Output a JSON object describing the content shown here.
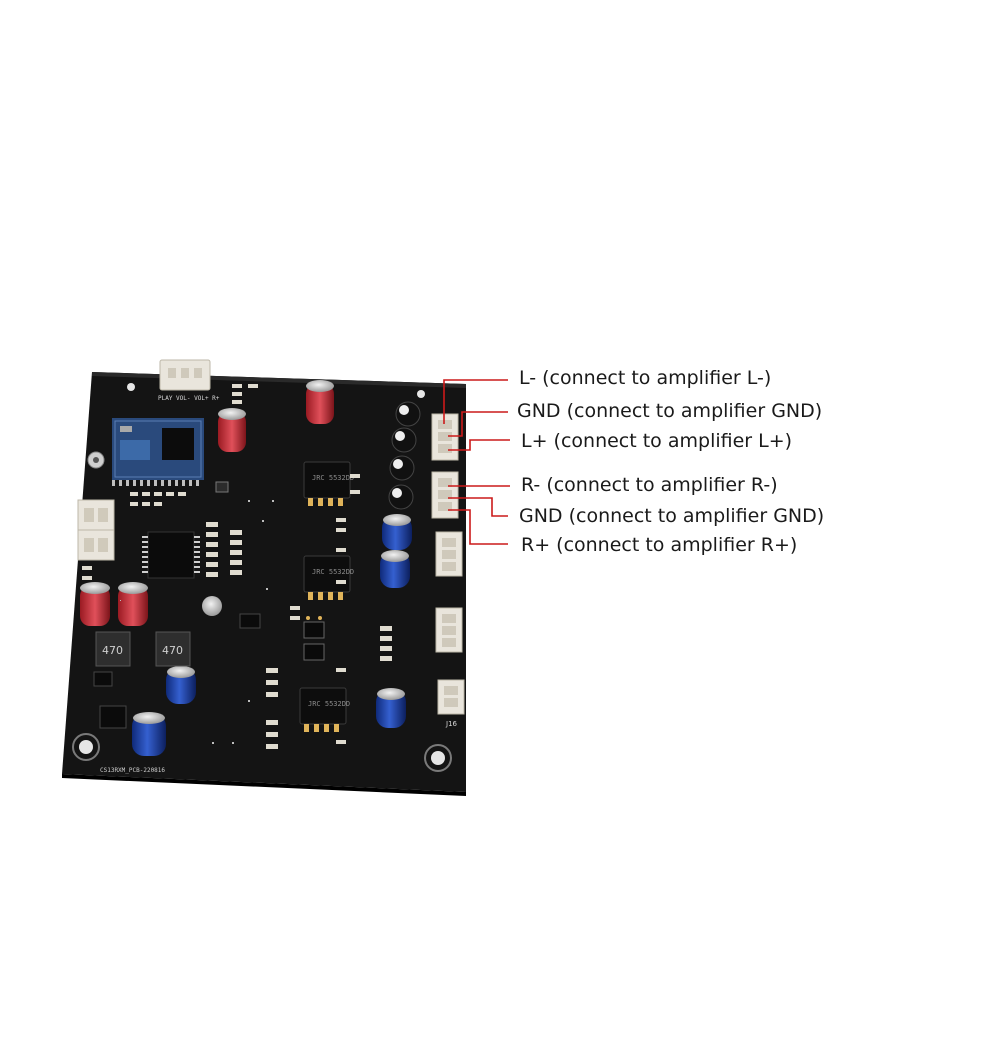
{
  "callouts": {
    "top": [
      {
        "label": "L- (connect to amplifier L-)"
      },
      {
        "label": "GND (connect to amplifier GND)"
      },
      {
        "label": "L+ (connect to amplifier L+)"
      }
    ],
    "bottom": [
      {
        "label": "R- (connect to amplifier R-)"
      },
      {
        "label": "GND (connect to amplifier GND)"
      },
      {
        "label": "R+ (connect to amplifier R+)"
      }
    ]
  },
  "board": {
    "silkscreen": {
      "top_header": "PLAY VOL- VOL+ R+",
      "ic_text": "JRC 5532DD",
      "inductor": "470",
      "j16": "J16",
      "bottom_text": "CS13RXM_PCB-220816"
    }
  },
  "colors": {
    "pcb": "#141414",
    "connector": "#e9e5dc",
    "callout_line": "#cc1a1a",
    "capacitor_blue": "#1f3fa6",
    "capacitor_red": "#c8323a",
    "bt_module": "#2a4a7c"
  }
}
